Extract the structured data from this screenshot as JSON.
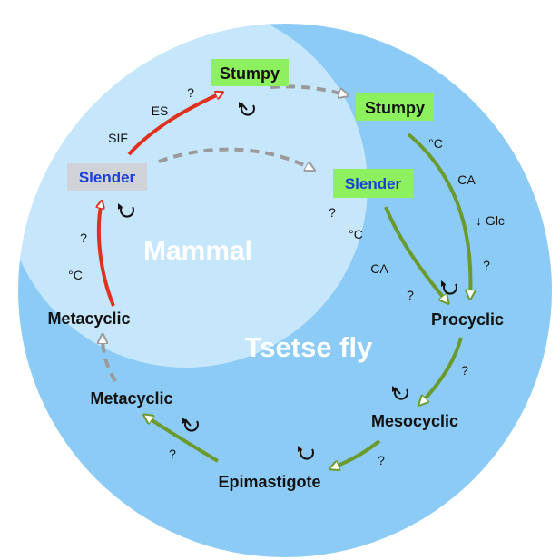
{
  "regions": {
    "mammal": "Mammal",
    "tsetse": "Tsetse fly"
  },
  "stages": {
    "stumpy_mammal": "Stumpy",
    "stumpy_fly": "Stumpy",
    "slender_mammal": "Slender",
    "slender_fly": "Slender",
    "procyclic": "Procyclic",
    "mesocyclic": "Mesocyclic",
    "epimastigote": "Epimastigote",
    "metacyclic_fly": "Metacyclic",
    "metacyclic_mammal": "Metacyclic"
  },
  "annotations": {
    "sif": "SIF",
    "es": "ES",
    "q_top": "?",
    "q_left": "?",
    "temp_left": "°C",
    "temp_stumpy_path": "°C",
    "ca_stumpy_path": "CA",
    "glc": "↓ Glc",
    "q_right": "?",
    "q_slender_1": "?",
    "temp_slender_path": "°C",
    "ca_slender_path": "CA",
    "q_slender_2": "?",
    "q_proc_meso": "?",
    "q_meso_epi": "?",
    "q_epi_meta": "?"
  },
  "colors": {
    "outer_circle": "#8ccbf5",
    "mammal_region": "#c6e6fb",
    "stage_highlight": "#8df05f",
    "slender_box": "#cfd3d8",
    "red_arrow": "#e0301e",
    "green_arrow": "#6a9a2e",
    "grey_arrow": "#9a9a9a"
  },
  "icons": [
    "cell-cycle-icon",
    "cell-cycle-arrest-icon"
  ]
}
